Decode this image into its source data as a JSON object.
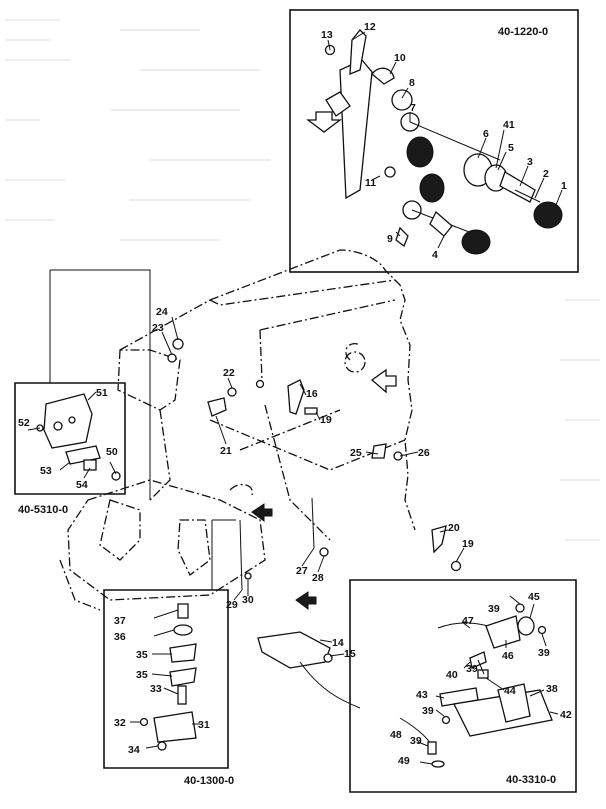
{
  "assemblies": [
    {
      "id": "a1220",
      "code": "40-1220-0"
    },
    {
      "id": "a5310",
      "code": "40-5310-0"
    },
    {
      "id": "a1300",
      "code": "40-1300-0"
    },
    {
      "id": "a3310",
      "code": "40-3310-0"
    }
  ],
  "callouts": {
    "c1": "1",
    "c2": "2",
    "c3": "3",
    "c4": "4",
    "c5": "5",
    "c6": "6",
    "c7": "7",
    "c8": "8",
    "c9": "9",
    "c10": "10",
    "c11": "11",
    "c12": "12",
    "c13": "13",
    "c14": "14",
    "c15": "15",
    "c16": "16",
    "c19a": "19",
    "c19b": "19",
    "c20": "20",
    "c21": "21",
    "c22": "22",
    "c23": "23",
    "c24": "24",
    "c25": "25",
    "c26": "26",
    "c27": "27",
    "c28": "28",
    "c29": "29",
    "c30": "30",
    "c31": "31",
    "c32": "32",
    "c33": "33",
    "c34": "34",
    "c35a": "35",
    "c35b": "35",
    "c36": "36",
    "c37": "37",
    "c38": "38",
    "c39a": "39",
    "c39b": "39",
    "c39c": "39",
    "c39d": "39",
    "c39e": "39",
    "c40": "40",
    "c41": "41",
    "c42": "42",
    "c43": "43",
    "c44": "44",
    "c45": "45",
    "c46": "46",
    "c47": "47",
    "c48": "48",
    "c49": "49",
    "c50": "50",
    "c51": "51",
    "c52": "52",
    "c53": "53",
    "c54": "54"
  }
}
